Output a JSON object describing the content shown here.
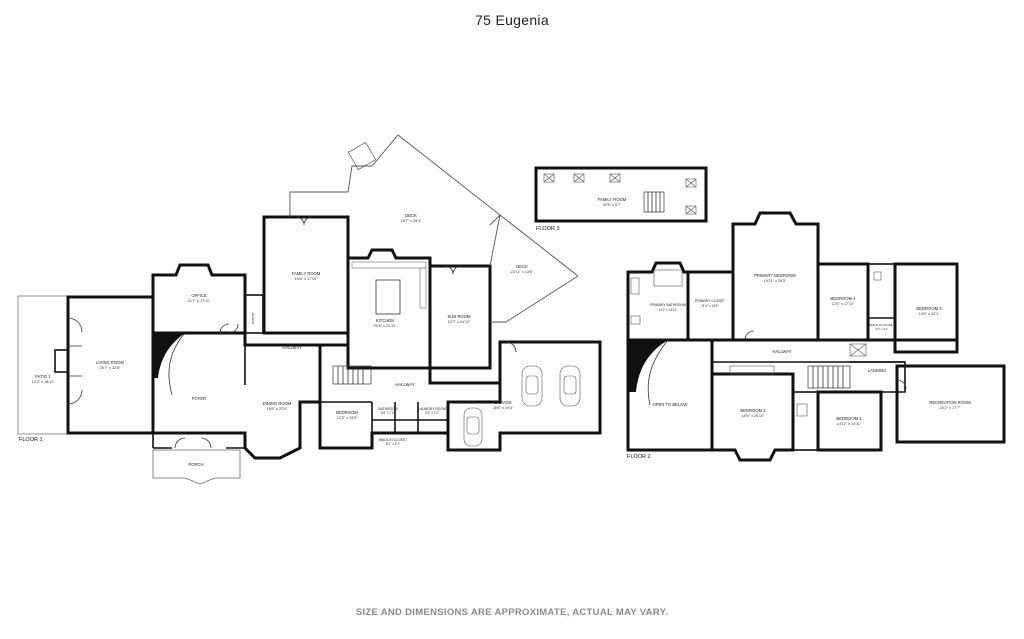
{
  "title": "75 Eugenia",
  "disclaimer": "SIZE AND DIMENSIONS ARE APPROXIMATE, ACTUAL MAY VARY.",
  "floors": [
    {
      "label": "FLOOR 1",
      "rooms": [
        {
          "id": "patio1",
          "name": "PATIO 1",
          "dims": "14'3\" x 18'11\""
        },
        {
          "id": "living",
          "name": "LIVING ROOM",
          "dims": "26'7\" x 32'5\""
        },
        {
          "id": "office",
          "name": "OFFICE",
          "dims": "21'7\" x 17'11\""
        },
        {
          "id": "family1",
          "name": "FAMILY ROOM",
          "dims": "19'8\" x 17'10\""
        },
        {
          "id": "deck",
          "name": "DECK",
          "dims": "16'7\" x 25'4\""
        },
        {
          "id": "deck2",
          "name": "DECK",
          "dims": "23'11\" x 13'6\""
        },
        {
          "id": "hallway1",
          "name": "HALLWAY",
          "dims": ""
        },
        {
          "id": "kitchen",
          "name": "KITCHEN",
          "dims": "20'9\" x 22'11\""
        },
        {
          "id": "sunroom",
          "name": "SUN ROOM",
          "dims": "10'7\" x 24'12\""
        },
        {
          "id": "foyer",
          "name": "FOYER",
          "dims": ""
        },
        {
          "id": "dining",
          "name": "DINING ROOM",
          "dims": "16'5\" x 22'6\""
        },
        {
          "id": "hallway2",
          "name": "HALLWAY",
          "dims": ""
        },
        {
          "id": "bedroom",
          "name": "BEDROOM",
          "dims": "12'3\" x 13'3\""
        },
        {
          "id": "bathroom",
          "name": "BATHROOM",
          "dims": "8'4\" x 7'5\""
        },
        {
          "id": "laundry",
          "name": "LAUNDRY ROOM",
          "dims": "6'3\" x 7'3\""
        },
        {
          "id": "walkin",
          "name": "WALK-IN CLOSET",
          "dims": "8'1\" x 5'3\""
        },
        {
          "id": "garage",
          "name": "GARAGE",
          "dims": "28'6\" x 19'3\""
        },
        {
          "id": "porch",
          "name": "PORCH",
          "dims": ""
        },
        {
          "id": "pantry",
          "name": "PANTRY",
          "dims": ""
        }
      ]
    },
    {
      "label": "FLOOR 2",
      "rooms": [
        {
          "id": "primarybed",
          "name": "PRIMARY BEDROOM",
          "dims": "19'11\" x 29'3\""
        },
        {
          "id": "primarybath",
          "name": "PRIMARY BATHROOM",
          "dims": "14'3\" x 16'11\""
        },
        {
          "id": "primarycloset",
          "name": "PRIMARY CLOSET",
          "dims": "11'4\" x 15'9\""
        },
        {
          "id": "bed4",
          "name": "BEDROOM 4",
          "dims": "12'6\" x 17'10\""
        },
        {
          "id": "bed3",
          "name": "BEDROOM 3",
          "dims": "14'6\" x 22'1\""
        },
        {
          "id": "walkin2",
          "name": "WALK-IN CLOSET",
          "dims": "5'4\" x 3'1\""
        },
        {
          "id": "hallway3",
          "name": "HALLWAY",
          "dims": ""
        },
        {
          "id": "landing",
          "name": "LANDING",
          "dims": ""
        },
        {
          "id": "opentobelow",
          "name": "OPEN TO BELOW",
          "dims": ""
        },
        {
          "id": "bed2",
          "name": "BEDROOM 2",
          "dims": "18'5\" x 20'10\""
        },
        {
          "id": "bed1",
          "name": "BEDROOM 1",
          "dims": "14'12\" x 13'11\""
        },
        {
          "id": "recroom",
          "name": "RECREATION ROOM",
          "dims": "20'2\" x 17'7\""
        }
      ]
    },
    {
      "label": "FLOOR 3",
      "rooms": [
        {
          "id": "family3",
          "name": "FAMILY ROOM",
          "dims": "32'5\" x 6'7\""
        }
      ]
    }
  ]
}
